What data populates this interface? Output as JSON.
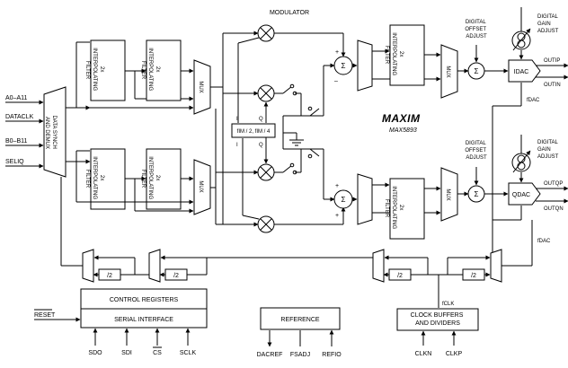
{
  "modulator_label": "MODULATOR",
  "filter": {
    "line1": "2x",
    "line2": "INTERPOLATING",
    "line3": "FILTER"
  },
  "mux_label": "MUX",
  "data_synch": {
    "line1": "DATA SYNCH",
    "line2": "AND DEMUX"
  },
  "inputs": {
    "a": "A0–A11",
    "dataclk": "DATACLK",
    "b": "B0–B11",
    "seliq": "SELIQ"
  },
  "nco": {
    "text": "fIM / 2, fIM / 4",
    "i_left": "I",
    "i_right": "I",
    "q_top": "Q",
    "q_bottom": "Q"
  },
  "logo": "MAXIM",
  "part_number": "MAX5893",
  "summing": "Σ",
  "digital_offset": {
    "line1": "DIGITAL",
    "line2": "OFFSET",
    "line3": "ADJUST"
  },
  "digital_gain": {
    "line1": "DIGITAL",
    "line2": "GAIN",
    "line3": "ADJUST"
  },
  "idac": {
    "label": "IDAC",
    "out_p": "OUTIP",
    "out_n": "OUTIN",
    "fdac": "fDAC"
  },
  "qdac": {
    "label": "QDAC",
    "out_p": "OUTQP",
    "out_n": "OUTQN",
    "fdac": "fDAC"
  },
  "dividers": [
    "/2",
    "/2",
    "/2",
    "/2"
  ],
  "fclk": "fCLK",
  "control_registers": "CONTROL REGISTERS",
  "serial_interface": "SERIAL INTERFACE",
  "reset": "RESET",
  "serial_pins": [
    "SDO",
    "SDI",
    "CS",
    "SCLK"
  ],
  "reference": "REFERENCE",
  "reference_pins": [
    "DACREF",
    "FSADJ",
    "REFIO"
  ],
  "clock_buffers": {
    "line1": "CLOCK BUFFERS",
    "line2": "AND DIVIDERS"
  },
  "clock_pins": [
    "CLKN",
    "CLKP"
  ]
}
